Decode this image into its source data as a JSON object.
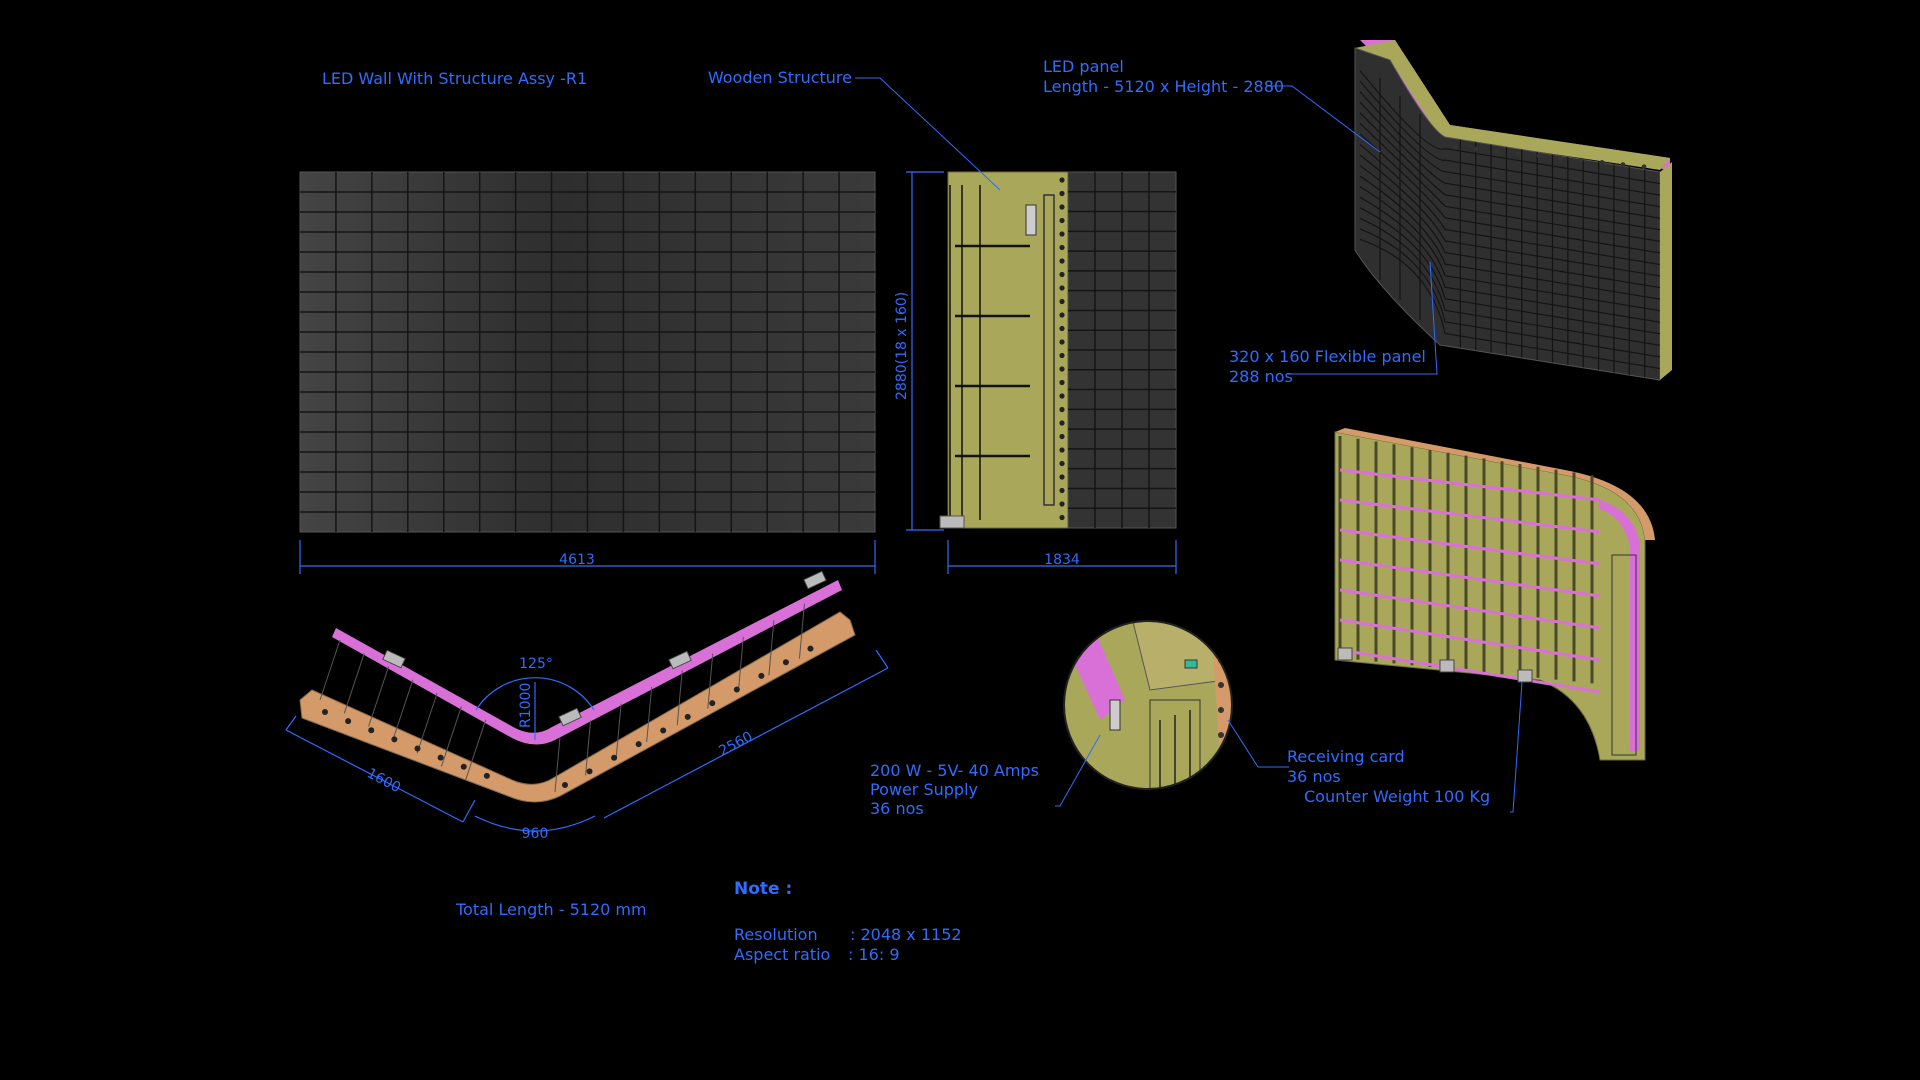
{
  "title": "LED Wall With Structure Assy -R1",
  "labels": {
    "wooden_structure": "Wooden Structure",
    "led_panel_line1": "LED panel",
    "led_panel_line2": "Length - 5120 x Height - 2880",
    "flex_panel_line1": "320 x 160 Flexible panel",
    "flex_panel_line2": "288 nos",
    "receiving_line1": "Receiving card",
    "receiving_line2": "36 nos",
    "counter_weight": "Counter Weight 100 Kg",
    "power_line1": "200 W - 5V- 40 Amps",
    "power_line2": "Power Supply",
    "power_line3": "36 nos",
    "total_length": "Total Length - 5120 mm"
  },
  "dimensions": {
    "front_width": "4613",
    "side_width": "1834",
    "height": "2880(18 x 160)",
    "angle": "125°",
    "radius": "R1000",
    "seg_left": "1600",
    "seg_curve": "960",
    "seg_right": "2560"
  },
  "note": {
    "heading": "Note :",
    "resolution_label": "Resolution",
    "resolution_value": ": 2048 x 1152",
    "aspect_label": "Aspect ratio",
    "aspect_value": ":  16: 9"
  },
  "colors": {
    "accent": "#2f6cff",
    "panel": "#3b3b3b",
    "wood": "#a9a85a",
    "magenta": "#d870d8",
    "orange": "#d49a6a"
  },
  "grid": {
    "rows": 18,
    "cols": 16
  }
}
